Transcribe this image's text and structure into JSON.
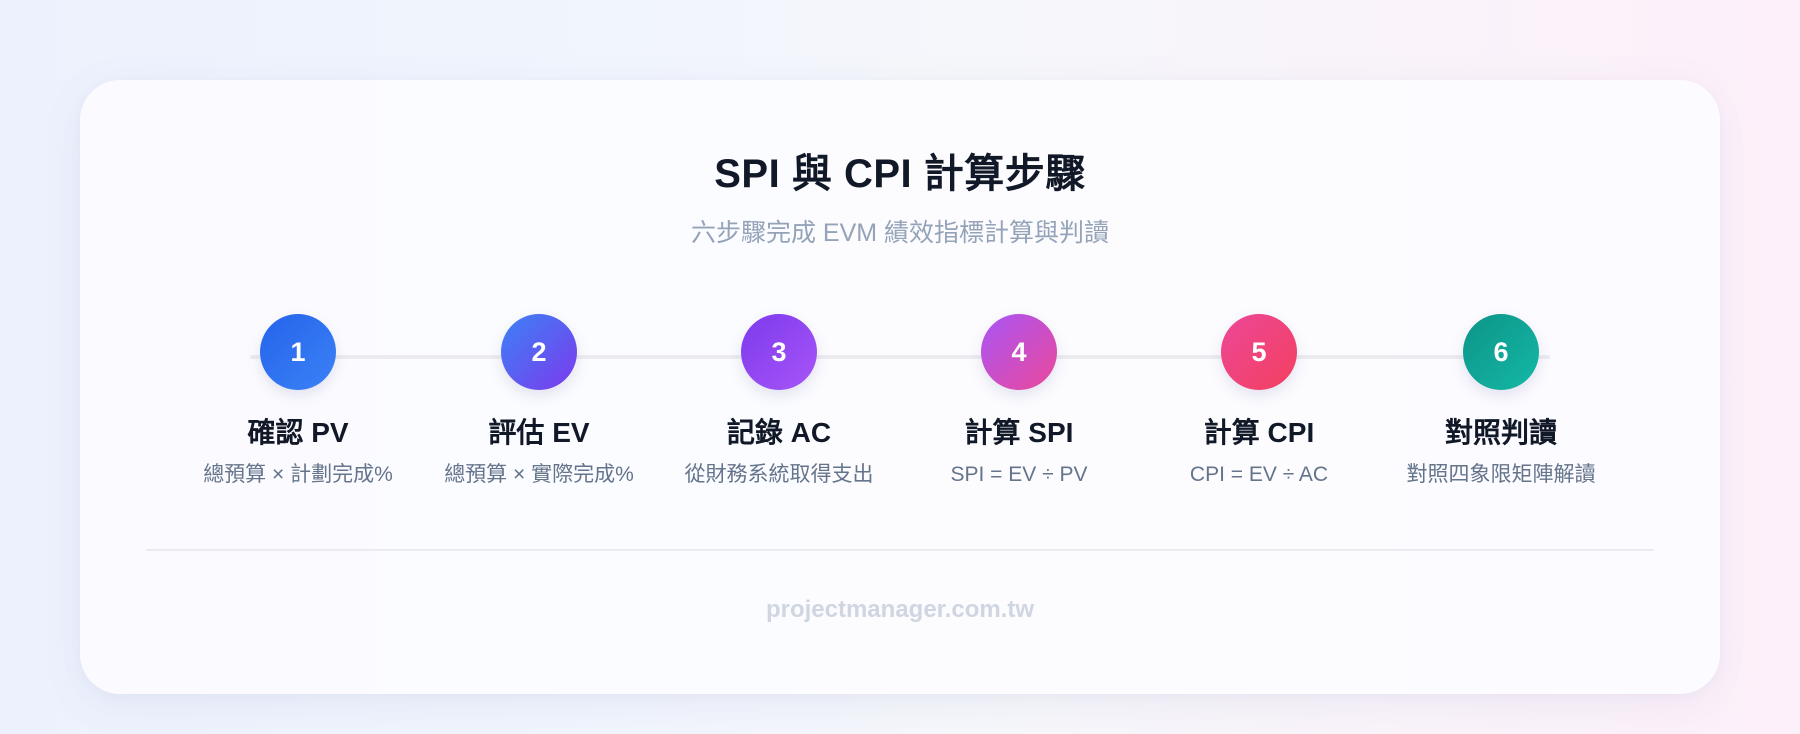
{
  "header": {
    "title": "SPI 與 CPI 計算步驟",
    "subtitle": "六步驟完成 EVM 績效指標計算與判讀"
  },
  "steps": [
    {
      "number": "1",
      "title": "確認 PV",
      "description": "總預算 × 計劃完成%",
      "gradient_from": "#2563eb",
      "gradient_to": "#3b82f6"
    },
    {
      "number": "2",
      "title": "評估 EV",
      "description": "總預算 × 實際完成%",
      "gradient_from": "#3b82f6",
      "gradient_to": "#7c3aed"
    },
    {
      "number": "3",
      "title": "記錄 AC",
      "description": "從財務系統取得支出",
      "gradient_from": "#7c3aed",
      "gradient_to": "#a855f7"
    },
    {
      "number": "4",
      "title": "計算 SPI",
      "description": "SPI = EV ÷ PV",
      "gradient_from": "#a855f7",
      "gradient_to": "#ec4899"
    },
    {
      "number": "5",
      "title": "計算 CPI",
      "description": "CPI = EV ÷ AC",
      "gradient_from": "#ec4899",
      "gradient_to": "#f43f5e"
    },
    {
      "number": "6",
      "title": "對照判讀",
      "description": "對照四象限矩陣解讀",
      "gradient_from": "#0d9488",
      "gradient_to": "#14b8a6"
    }
  ],
  "footer": {
    "text": "projectmanager.com.tw"
  }
}
